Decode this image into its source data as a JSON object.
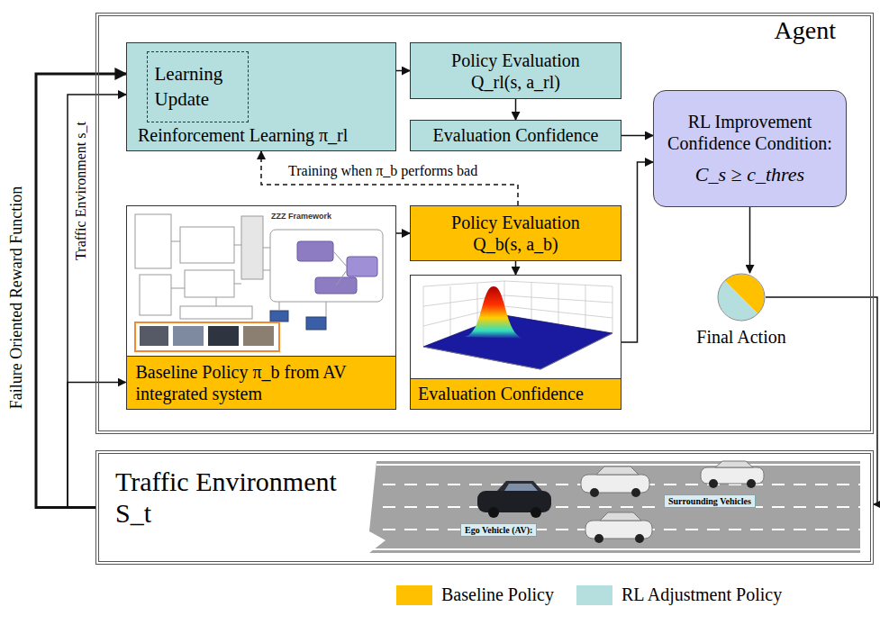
{
  "diagram": {
    "nodes": [
      {
        "text": [
          "Agent"
        ]
      },
      {
        "text": [
          "Reinforcement Learning π_rl"
        ],
        "in": 0
      },
      {
        "text": [
          "Learning Update"
        ],
        "in": 1
      },
      {
        "text": [
          "Policy Evaluation Q_rl(s, a_rl)"
        ],
        "in": 0
      },
      {
        "text": [
          "Evaluation Confidence"
        ],
        "in": 0
      },
      {
        "text": [
          "ZZZ Framework"
        ],
        "in": 0
      },
      {
        "text": [
          "Baseline Policy π_b from AV integrated system"
        ],
        "in": 5
      },
      {
        "text": [
          "Policy Evaluation Q_b(s, a_b)"
        ],
        "in": 0
      },
      {
        "text": [
          "Evaluation Confidence"
        ],
        "in": 0
      },
      {
        "text": [
          "RL Improvement Confidence Condition:",
          "C_s ≥ c_thres"
        ],
        "in": 0
      },
      {
        "text": [
          "Final Action"
        ],
        "in": 0
      },
      {
        "text": [
          "Traffic Environment S_t"
        ]
      }
    ],
    "edges": [
      {
        "from": 11,
        "to": 1,
        "arrow": "to",
        "label": "Failure Oriented Reward Function"
      },
      {
        "from": 11,
        "to": 1,
        "arrow": "to",
        "label": "Traffic Environment s_t"
      },
      {
        "from": 11,
        "to": 6,
        "arrow": "to"
      },
      {
        "from": 1,
        "to": 3,
        "arrow": "to"
      },
      {
        "from": 3,
        "to": 4,
        "arrow": "to"
      },
      {
        "from": 4,
        "to": 9,
        "arrow": "to"
      },
      {
        "from": 5,
        "to": 7,
        "arrow": "to"
      },
      {
        "from": 7,
        "to": 8,
        "arrow": "to"
      },
      {
        "from": 8,
        "to": 9,
        "arrow": "to"
      },
      {
        "from": 7,
        "to": 1,
        "arrow": "to",
        "label": "Training when π_b performs bad"
      },
      {
        "from": 9,
        "to": 10,
        "arrow": "to"
      },
      {
        "from": 10,
        "to": 11,
        "arrow": "to"
      }
    ],
    "labels": [
      "Surrounding Vehicles",
      "Ego Vehicle (AV):"
    ],
    "legend": [
      {
        "text": "Baseline Policy",
        "color": "#ffc000"
      },
      {
        "text": "RL Adjustment Policy",
        "color": "#b5dede"
      }
    ]
  }
}
